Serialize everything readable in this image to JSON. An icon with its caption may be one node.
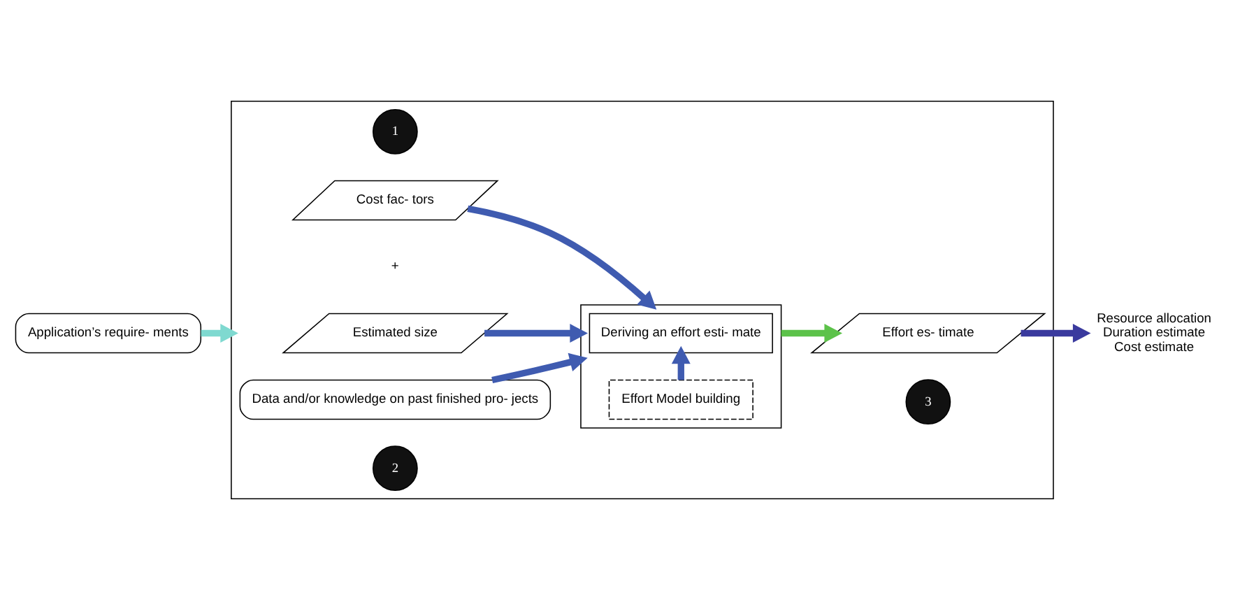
{
  "diagram": {
    "nodes": [
      {
        "text": [
          "Application’s require- ments"
        ]
      },
      {
        "text": [],
        "shape": "box"
      },
      {
        "text": [
          "Estimated size"
        ],
        "in": 1
      },
      {
        "text": [
          "Cost fac- tors"
        ],
        "in": 1
      },
      {
        "text": [
          "1"
        ],
        "in": 1
      },
      {
        "text": [],
        "shape": "box",
        "in": 1
      },
      {
        "text": [
          "Deriving an effort esti- mate"
        ],
        "in": 5
      },
      {
        "text": [
          "Effort Model building"
        ],
        "in": 5
      },
      {
        "text": [
          "3"
        ],
        "in": 1
      },
      {
        "text": [
          "Effort es- timate"
        ],
        "in": 1
      },
      {
        "text": [
          "Data and/or knowledge on past finished pro- jects"
        ],
        "in": 1
      },
      {
        "text": [
          "2"
        ],
        "in": 1
      },
      {
        "text": [
          "Resource allocation",
          "Duration estimate",
          "Cost estimate"
        ]
      }
    ],
    "edges": [
      {
        "from": 0,
        "to": 1,
        "arrow": "to",
        "color": "#7fd9d0"
      },
      {
        "from": 2,
        "to": 5,
        "arrow": "to"
      },
      {
        "from": 3,
        "to": 5,
        "arrow": "to"
      },
      {
        "from": 7,
        "to": 6,
        "arrow": "to"
      },
      {
        "from": 10,
        "to": 5,
        "arrow": "to"
      },
      {
        "from": 5,
        "to": 9,
        "arrow": "to",
        "color": "#5cc24a"
      },
      {
        "from": 9,
        "to": 12,
        "arrow": "to",
        "color": "#3a3a9e"
      }
    ],
    "labels": [
      "+"
    ]
  }
}
